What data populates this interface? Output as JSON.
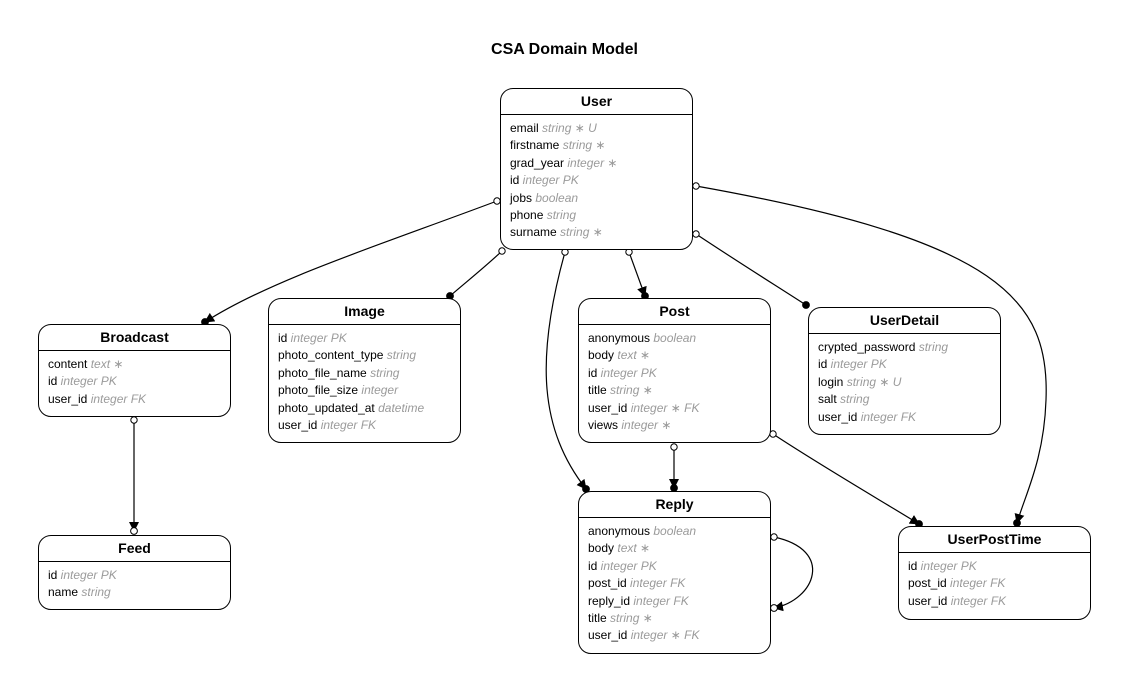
{
  "title": "CSA Domain Model",
  "colors": {
    "line": "#000000",
    "type_text": "#9a9a9a",
    "background": "#ffffff"
  },
  "entities": [
    {
      "id": "user",
      "name": "User",
      "attributes": [
        {
          "name": "email",
          "type": "string ∗ U"
        },
        {
          "name": "firstname",
          "type": "string ∗"
        },
        {
          "name": "grad_year",
          "type": "integer ∗"
        },
        {
          "name": "id",
          "type": "integer PK"
        },
        {
          "name": "jobs",
          "type": "boolean"
        },
        {
          "name": "phone",
          "type": "string"
        },
        {
          "name": "surname",
          "type": "string ∗"
        }
      ]
    },
    {
      "id": "broadcast",
      "name": "Broadcast",
      "attributes": [
        {
          "name": "content",
          "type": "text ∗"
        },
        {
          "name": "id",
          "type": "integer PK"
        },
        {
          "name": "user_id",
          "type": "integer FK"
        }
      ]
    },
    {
      "id": "image",
      "name": "Image",
      "attributes": [
        {
          "name": "id",
          "type": "integer PK"
        },
        {
          "name": "photo_content_type",
          "type": "string"
        },
        {
          "name": "photo_file_name",
          "type": "string"
        },
        {
          "name": "photo_file_size",
          "type": "integer"
        },
        {
          "name": "photo_updated_at",
          "type": "datetime"
        },
        {
          "name": "user_id",
          "type": "integer FK"
        }
      ]
    },
    {
      "id": "post",
      "name": "Post",
      "attributes": [
        {
          "name": "anonymous",
          "type": "boolean"
        },
        {
          "name": "body",
          "type": "text ∗"
        },
        {
          "name": "id",
          "type": "integer PK"
        },
        {
          "name": "title",
          "type": "string ∗"
        },
        {
          "name": "user_id",
          "type": "integer ∗ FK"
        },
        {
          "name": "views",
          "type": "integer ∗"
        }
      ]
    },
    {
      "id": "userdetail",
      "name": "UserDetail",
      "attributes": [
        {
          "name": "crypted_password",
          "type": "string"
        },
        {
          "name": "id",
          "type": "integer PK"
        },
        {
          "name": "login",
          "type": "string ∗ U"
        },
        {
          "name": "salt",
          "type": "string"
        },
        {
          "name": "user_id",
          "type": "integer FK"
        }
      ]
    },
    {
      "id": "feed",
      "name": "Feed",
      "attributes": [
        {
          "name": "id",
          "type": "integer PK"
        },
        {
          "name": "name",
          "type": "string"
        }
      ]
    },
    {
      "id": "reply",
      "name": "Reply",
      "attributes": [
        {
          "name": "anonymous",
          "type": "boolean"
        },
        {
          "name": "body",
          "type": "text ∗"
        },
        {
          "name": "id",
          "type": "integer PK"
        },
        {
          "name": "post_id",
          "type": "integer FK"
        },
        {
          "name": "reply_id",
          "type": "integer FK"
        },
        {
          "name": "title",
          "type": "string ∗"
        },
        {
          "name": "user_id",
          "type": "integer ∗ FK"
        }
      ]
    },
    {
      "id": "userposttime",
      "name": "UserPostTime",
      "attributes": [
        {
          "name": "id",
          "type": "integer PK"
        },
        {
          "name": "post_id",
          "type": "integer FK"
        },
        {
          "name": "user_id",
          "type": "integer FK"
        }
      ]
    }
  ],
  "relationships": [
    {
      "from": "user",
      "to": "broadcast"
    },
    {
      "from": "user",
      "to": "image"
    },
    {
      "from": "user",
      "to": "post"
    },
    {
      "from": "user",
      "to": "userdetail"
    },
    {
      "from": "user",
      "to": "reply"
    },
    {
      "from": "user",
      "to": "userposttime"
    },
    {
      "from": "broadcast",
      "to": "feed"
    },
    {
      "from": "post",
      "to": "reply"
    },
    {
      "from": "post",
      "to": "userposttime"
    },
    {
      "from": "reply",
      "to": "reply"
    }
  ]
}
